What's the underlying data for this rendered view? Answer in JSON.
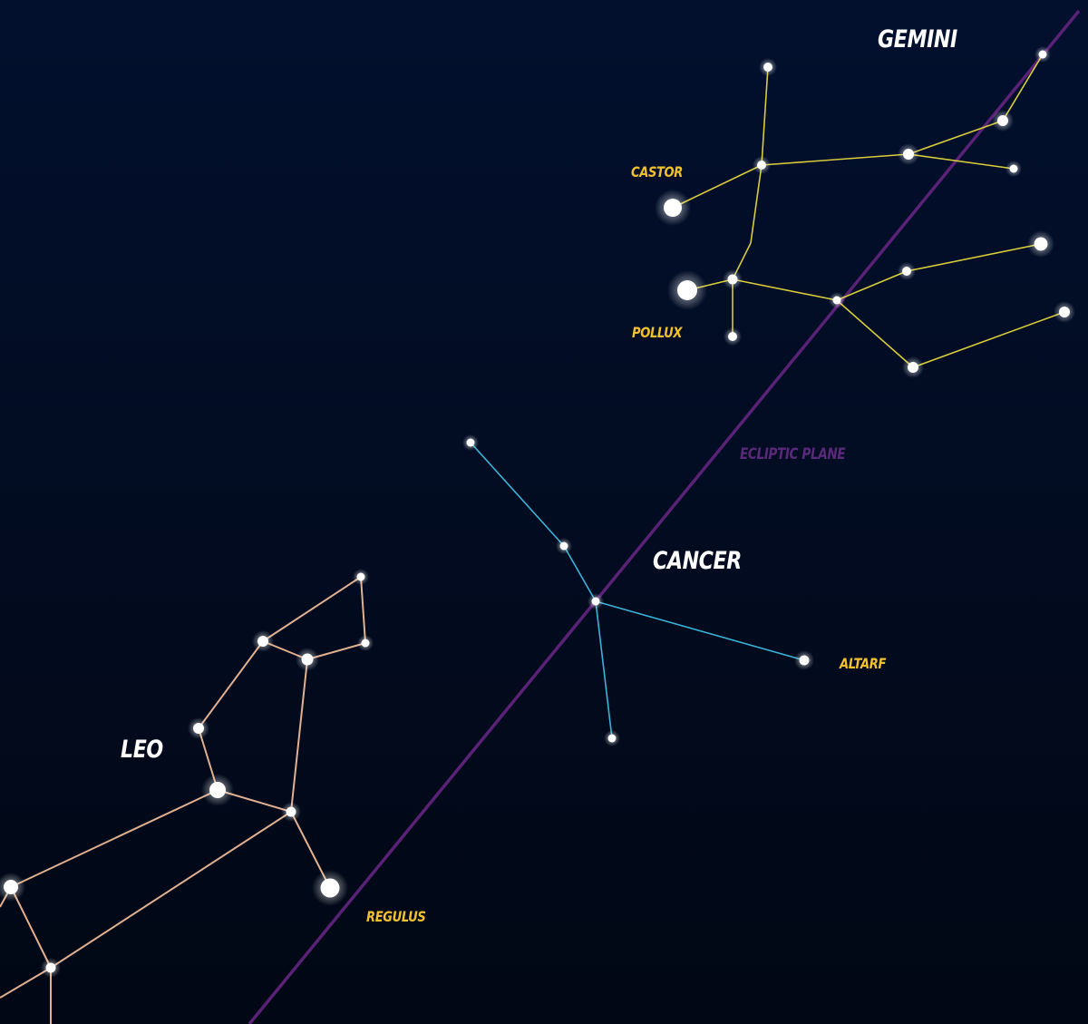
{
  "constellations": {
    "gemini": "GEMINI",
    "cancer": "CANCER",
    "leo": "LEO"
  },
  "stars": {
    "castor": "CASTOR",
    "pollux": "POLLUX",
    "altarf": "ALTARF",
    "regulus": "REGULUS"
  },
  "ecliptic": {
    "label": "ECLIPTIC PLANE"
  },
  "colors": {
    "gemini_lines": "#d8cc3a",
    "cancer_lines": "#3ab4d8",
    "leo_lines": "#e0b090",
    "ecliptic": "#5a2277",
    "star_label": "#f0c030",
    "ecliptic_label": "#5a2a7a",
    "constellation_label": "#ffffff"
  }
}
